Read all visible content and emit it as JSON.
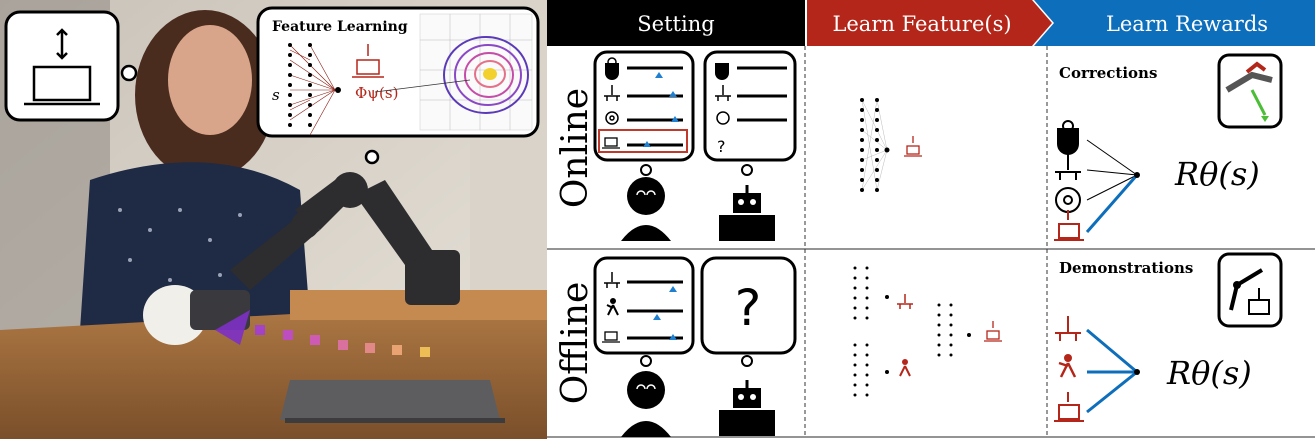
{
  "photo": {
    "bubble_title": "Feature Learning",
    "input_symbol": "s",
    "phi_label": "Φψ(s)"
  },
  "header": {
    "setting": "Setting",
    "learn_features": "Learn Feature(s)",
    "learn_rewards": "Learn Rewards"
  },
  "rows": {
    "online": "Online",
    "offline": "Offline"
  },
  "rewards": {
    "corrections_label": "Corrections",
    "demonstrations_label": "Demonstrations",
    "reward_formula": "Rθ(s)"
  },
  "colors": {
    "feature_red": "#b5261a",
    "reward_blue": "#0d6ebb",
    "header_black": "#000000"
  }
}
